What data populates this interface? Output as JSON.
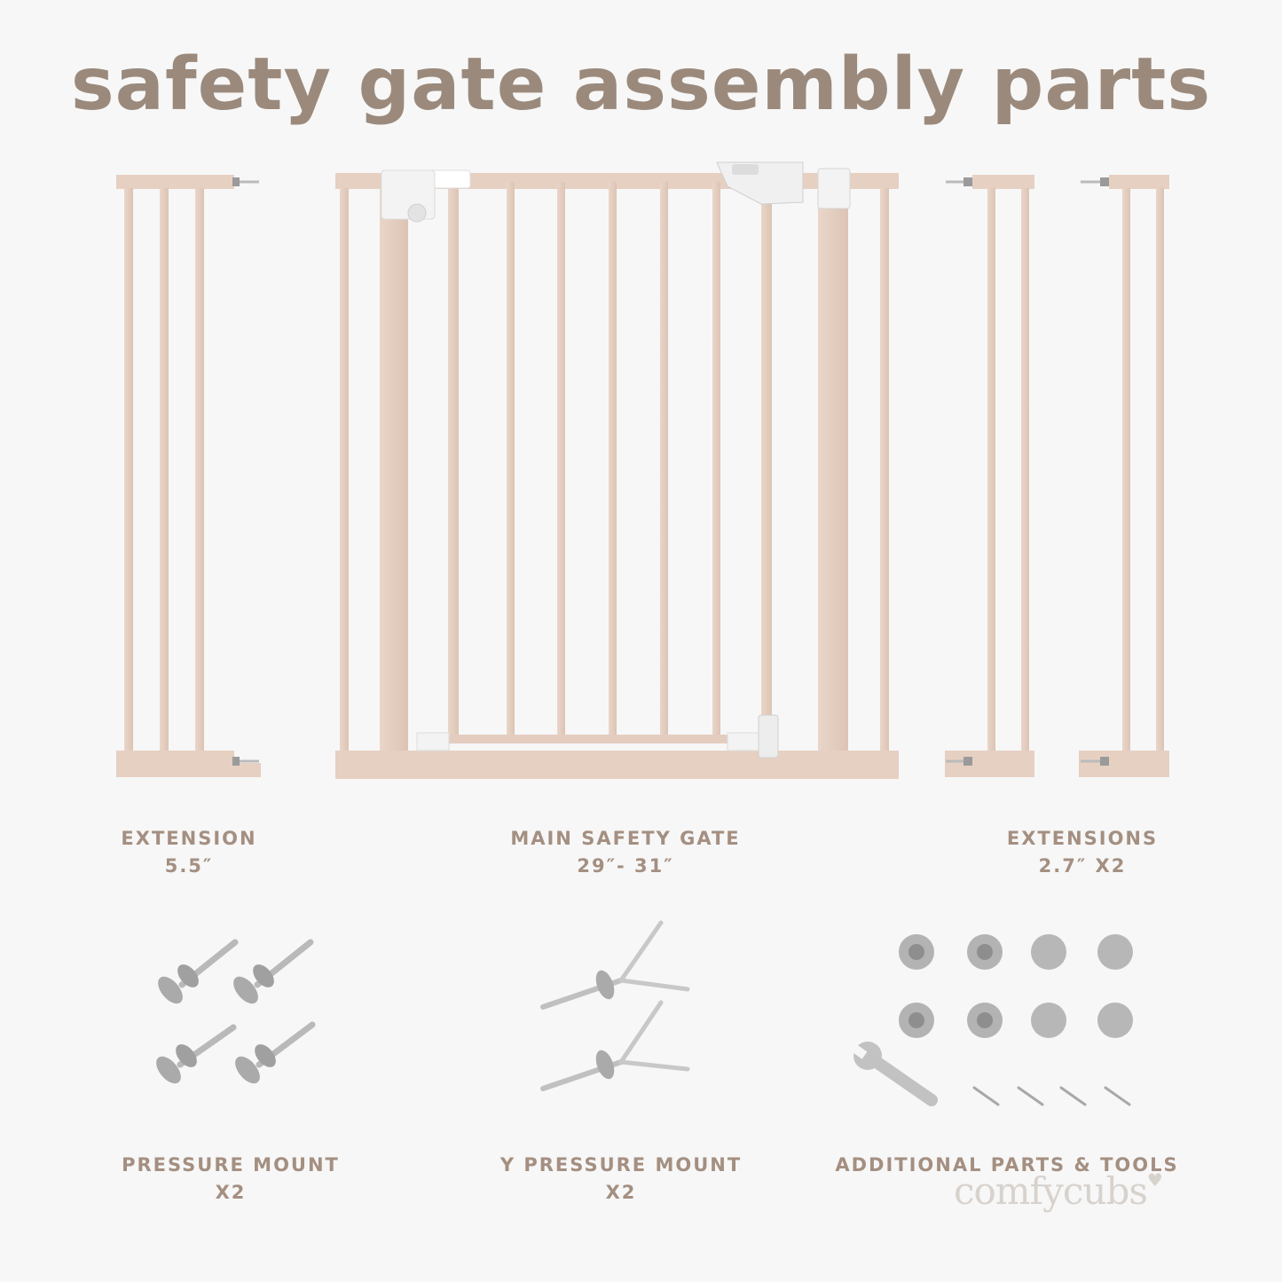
{
  "title": "safety gate assembly parts",
  "labels": {
    "extension_name": "EXTENSION",
    "extension_size": "5.5″",
    "main_gate_name": "MAIN SAFETY GATE",
    "main_gate_size": "29″- 31″",
    "extensions_name": "EXTENSIONS",
    "extensions_size": "2.7″ X2",
    "pressure_mount_name": "PRESSURE MOUNT",
    "pressure_mount_qty": "X2",
    "y_pressure_mount_name": "Y PRESSURE MOUNT",
    "y_pressure_mount_qty": "X2",
    "additional_parts_name": "ADDITIONAL PARTS & TOOLS"
  },
  "brand": "comfycubs",
  "colors": {
    "gate_frame": "#e8d3c6",
    "gate_shadow": "#d9c1b2",
    "label_text": "#a48f81",
    "title_text": "#9b8a7c",
    "hardware": "#c9c9c9",
    "background": "#f7f7f7"
  }
}
